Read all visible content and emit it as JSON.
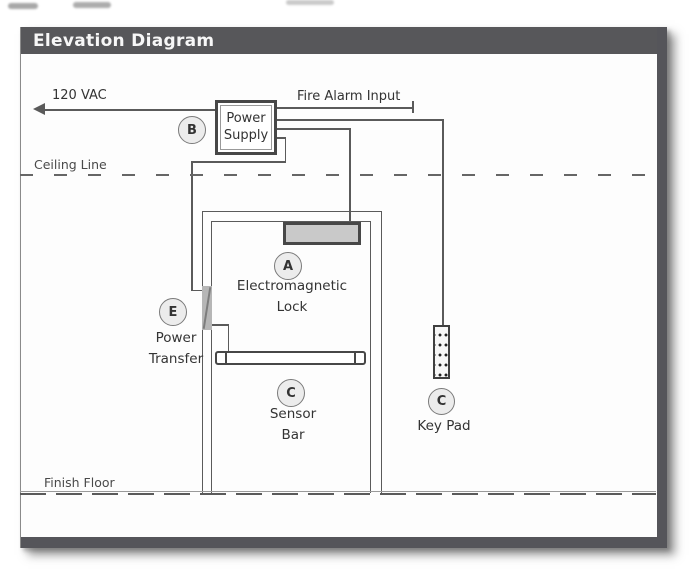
{
  "window": {
    "title": "Elevation Diagram"
  },
  "colors": {
    "titlebar_bg": "#57575a",
    "panel_border": "#55555a",
    "line": "#5a5a5a",
    "lock_fill": "#c9c9c9",
    "badge_fill": "#ececec",
    "title_text": "#f7f7f7"
  },
  "wiring": {
    "vac_label": "120 VAC",
    "fire_alarm_label": "Fire Alarm Input"
  },
  "guides": {
    "ceiling": "Ceiling Line",
    "floor": "Finish Floor"
  },
  "components": {
    "power_supply": {
      "badge": "B",
      "label": "Power Supply"
    },
    "electromagnetic_lock": {
      "badge": "A",
      "label": "Electromagnetic Lock"
    },
    "power_transfer": {
      "badge": "E",
      "label": "Power Transfer"
    },
    "sensor_bar": {
      "badge": "C",
      "label": "Sensor Bar"
    },
    "key_pad": {
      "badge": "C",
      "label": "Key Pad"
    }
  }
}
